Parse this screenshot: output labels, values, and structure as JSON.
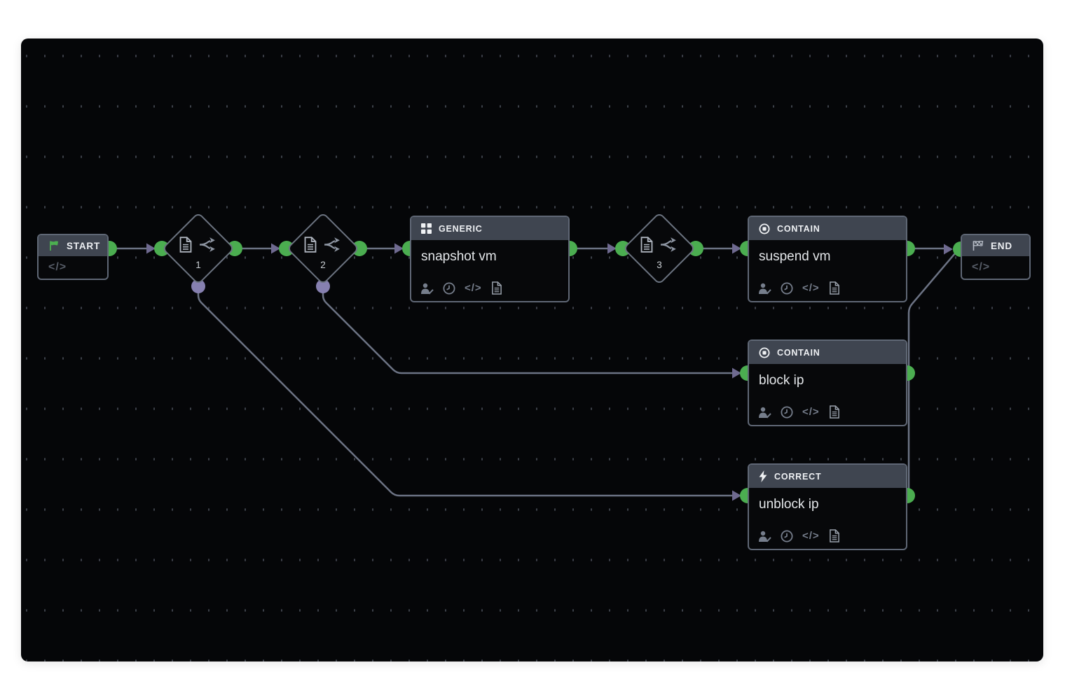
{
  "colors": {
    "port_green": "#4bad50",
    "port_purple": "#8680b0",
    "edge_line": "#6c7384",
    "arrow_head": "#6f6a90",
    "node_header_bg": "#3f4550",
    "canvas_bg": "#050608",
    "flag_green": "#4caf50"
  },
  "start_node": {
    "label": "START",
    "code_glyph": "</>"
  },
  "end_node": {
    "label": "END",
    "code_glyph": "</>"
  },
  "decisions": [
    {
      "number": "1"
    },
    {
      "number": "2"
    },
    {
      "number": "3"
    }
  ],
  "actions": [
    {
      "type_label": "GENERIC",
      "title": "snapshot vm"
    },
    {
      "type_label": "CONTAIN",
      "title": "suspend vm"
    },
    {
      "type_label": "CONTAIN",
      "title": "block ip"
    },
    {
      "type_label": "CORRECT",
      "title": "unblock ip"
    }
  ]
}
